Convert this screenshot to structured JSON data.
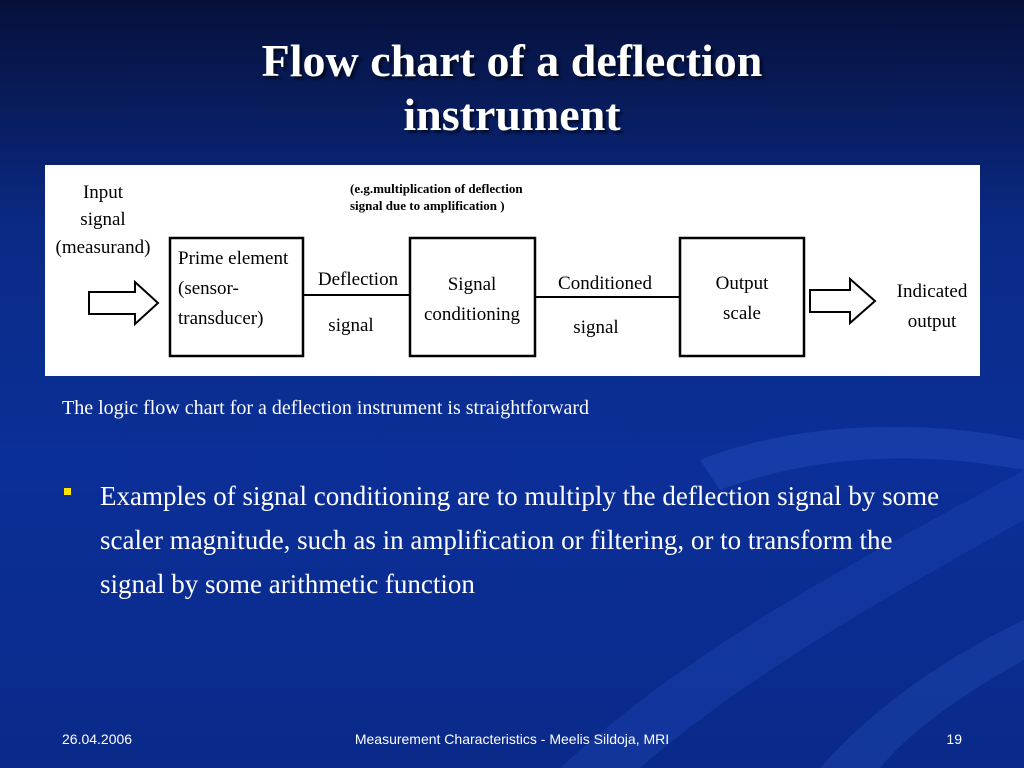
{
  "slide": {
    "title_line1": "Flow chart of a deflection",
    "title_line2": "instrument",
    "caption": "The logic flow chart for a deflection instrument is straightforward",
    "bullet": "Examples of signal conditioning are to multiply the deflection signal by some scaler magnitude, such as in amplification or filtering, or to transform the signal by some arithmetic function"
  },
  "diagram": {
    "input_label": [
      "Input",
      "signal",
      "(measurand)"
    ],
    "note": [
      "(e.g.multiplication of deflection",
      "signal due to amplification )"
    ],
    "box_prime": [
      "Prime element",
      "(sensor-",
      "transducer)"
    ],
    "label_deflection": [
      "Deflection",
      "signal"
    ],
    "box_conditioning": [
      "Signal",
      "conditioning"
    ],
    "label_conditioned": [
      "Conditioned",
      "signal"
    ],
    "box_output": [
      "Output",
      "scale"
    ],
    "output_label": [
      "Indicated",
      "output"
    ]
  },
  "footer": {
    "date": "26.04.2006",
    "center": "Measurement Characteristics - Meelis Sildoja, MRI",
    "page": "19"
  },
  "colors": {
    "bullet": "#ffe400",
    "background": "#0b2f98"
  }
}
